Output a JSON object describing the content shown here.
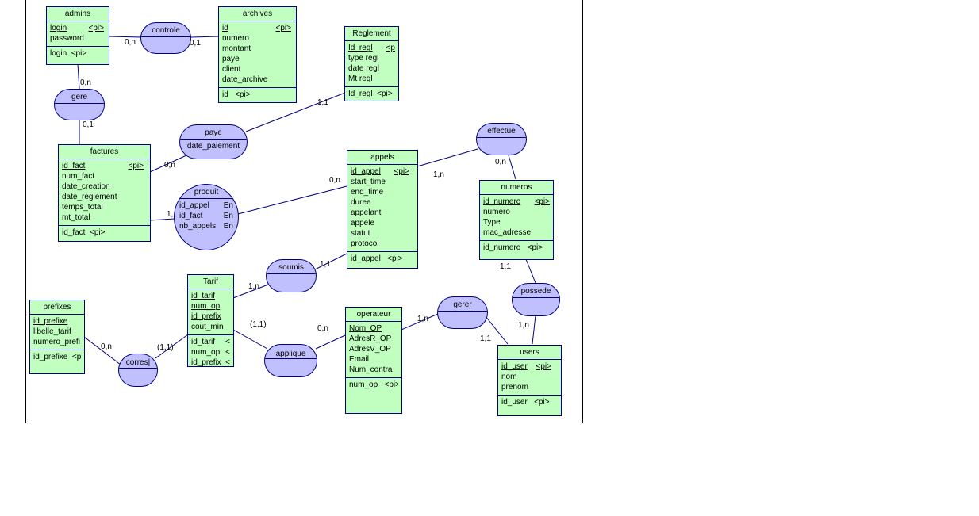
{
  "diagram": {
    "entities": [
      {
        "key": "admins",
        "name": "admins",
        "attributes": [
          {
            "name": "login",
            "tag": "<pi>",
            "pk": true
          },
          {
            "name": "password"
          }
        ],
        "identifiers": [
          {
            "name": "login",
            "tag": "<pi>"
          }
        ]
      },
      {
        "key": "archives",
        "name": "archives",
        "attributes": [
          {
            "name": "id",
            "tag": "<pi>",
            "pk": true
          },
          {
            "name": "numero"
          },
          {
            "name": "montant"
          },
          {
            "name": "paye"
          },
          {
            "name": "client"
          },
          {
            "name": "date_archive"
          }
        ],
        "identifiers": [
          {
            "name": "id",
            "tag": "<pi>"
          }
        ]
      },
      {
        "key": "reglement",
        "name": "Reglement",
        "attributes": [
          {
            "name": "Id_regl",
            "tag": "<p",
            "pk": true
          },
          {
            "name": "type regl"
          },
          {
            "name": "date regl"
          },
          {
            "name": "Mt regl"
          }
        ],
        "identifiers": [
          {
            "name": "Id_regl",
            "tag": "<pi>"
          }
        ]
      },
      {
        "key": "factures",
        "name": "factures",
        "attributes": [
          {
            "name": "id_fact",
            "tag": "<pi>",
            "pk": true
          },
          {
            "name": "num_fact"
          },
          {
            "name": "date_creation"
          },
          {
            "name": "date_reglement"
          },
          {
            "name": "temps_total"
          },
          {
            "name": "mt_total"
          }
        ],
        "identifiers": [
          {
            "name": "id_fact",
            "tag": "<pi>"
          }
        ]
      },
      {
        "key": "appels",
        "name": "appels",
        "attributes": [
          {
            "name": "id_appel",
            "tag": "<pi>",
            "pk": true
          },
          {
            "name": "start_time"
          },
          {
            "name": "end_time"
          },
          {
            "name": "duree"
          },
          {
            "name": "appelant"
          },
          {
            "name": "appele"
          },
          {
            "name": "statut"
          },
          {
            "name": "protocol"
          }
        ],
        "identifiers": [
          {
            "name": "id_appel",
            "tag": "<pi>"
          }
        ]
      },
      {
        "key": "numeros",
        "name": "numeros",
        "attributes": [
          {
            "name": "id_numero",
            "tag": "<pi>",
            "pk": true
          },
          {
            "name": "numero"
          },
          {
            "name": "Type"
          },
          {
            "name": "mac_adresse"
          }
        ],
        "identifiers": [
          {
            "name": "id_numero",
            "tag": "<pi>"
          }
        ]
      },
      {
        "key": "prefixes",
        "name": "prefixes",
        "attributes": [
          {
            "name": "id_prefixe",
            "pk": true
          },
          {
            "name": "libelle_tarif"
          },
          {
            "name": "numero_prefi"
          }
        ],
        "identifiers": [
          {
            "name": "id_prefixe",
            "tag": "<p"
          }
        ]
      },
      {
        "key": "tarif",
        "name": "Tarif",
        "attributes": [
          {
            "name": "id_tarif",
            "pk": true
          },
          {
            "name": "num_op",
            "pk": true
          },
          {
            "name": "id_prefix",
            "pk": true
          },
          {
            "name": "cout_min"
          }
        ],
        "identifiers": [
          {
            "name": "id_tarif",
            "tag": "<"
          },
          {
            "name": "num_op",
            "tag": "<"
          },
          {
            "name": "id_prefix",
            "tag": "<"
          }
        ]
      },
      {
        "key": "operateur",
        "name": "operateur",
        "attributes": [
          {
            "name": "Nom_OP",
            "pk": true
          },
          {
            "name": "AdresR_OP"
          },
          {
            "name": "AdresV_OP"
          },
          {
            "name": "Email"
          },
          {
            "name": "Num_contra"
          }
        ],
        "identifiers": [
          {
            "name": "num_op",
            "tag": "<pi>"
          }
        ]
      },
      {
        "key": "users",
        "name": "users",
        "attributes": [
          {
            "name": "id_user",
            "tag": "<pi>",
            "pk": true
          },
          {
            "name": "nom"
          },
          {
            "name": "prenom"
          }
        ],
        "identifiers": [
          {
            "name": "id_user",
            "tag": "<pi>"
          }
        ]
      }
    ],
    "associations": [
      {
        "key": "controle",
        "name": "controle",
        "attributes": []
      },
      {
        "key": "gere",
        "name": "gere",
        "attributes": []
      },
      {
        "key": "paye",
        "name": "paye",
        "attributes": [
          {
            "name": "date_paiement"
          }
        ]
      },
      {
        "key": "produit",
        "name": "produit",
        "attributes": [
          {
            "name": "id_appel",
            "tag": "En"
          },
          {
            "name": "id_fact",
            "tag": "En"
          },
          {
            "name": "nb_appels",
            "tag": "En"
          }
        ]
      },
      {
        "key": "effectue",
        "name": "effectue",
        "attributes": []
      },
      {
        "key": "soumis",
        "name": "soumis",
        "attributes": []
      },
      {
        "key": "gerer",
        "name": "gerer",
        "attributes": []
      },
      {
        "key": "possede",
        "name": "possede",
        "attributes": []
      },
      {
        "key": "corres",
        "name": "corres|",
        "attributes": []
      },
      {
        "key": "applique",
        "name": "applique",
        "attributes": []
      }
    ],
    "cardinalities": [
      {
        "key": "admins-controle",
        "text": "0,n"
      },
      {
        "key": "archives-controle",
        "text": "0,1"
      },
      {
        "key": "admins-gere",
        "text": "0,n"
      },
      {
        "key": "factures-gere",
        "text": "0,1"
      },
      {
        "key": "reglement-paye",
        "text": "1,1"
      },
      {
        "key": "factures-paye",
        "text": "0,n"
      },
      {
        "key": "factures-produit",
        "text": "1,"
      },
      {
        "key": "appels-produit",
        "text": "0,n"
      },
      {
        "key": "appels-effectue",
        "text": "1,n"
      },
      {
        "key": "numeros-effectue",
        "text": "0,n"
      },
      {
        "key": "appels-soumis",
        "text": "1,1"
      },
      {
        "key": "tarif-soumis",
        "text": "1,n"
      },
      {
        "key": "numeros-possede",
        "text": "1,1"
      },
      {
        "key": "users-possede",
        "text": "1,n"
      },
      {
        "key": "operateur-gerer",
        "text": "1,n"
      },
      {
        "key": "users-gerer",
        "text": "1,1"
      },
      {
        "key": "prefixes-corres",
        "text": "0,n"
      },
      {
        "key": "tarif-corres",
        "text": "(1,1)"
      },
      {
        "key": "tarif-applique",
        "text": "(1,1)"
      },
      {
        "key": "operateur-applique",
        "text": "0,n"
      }
    ]
  }
}
